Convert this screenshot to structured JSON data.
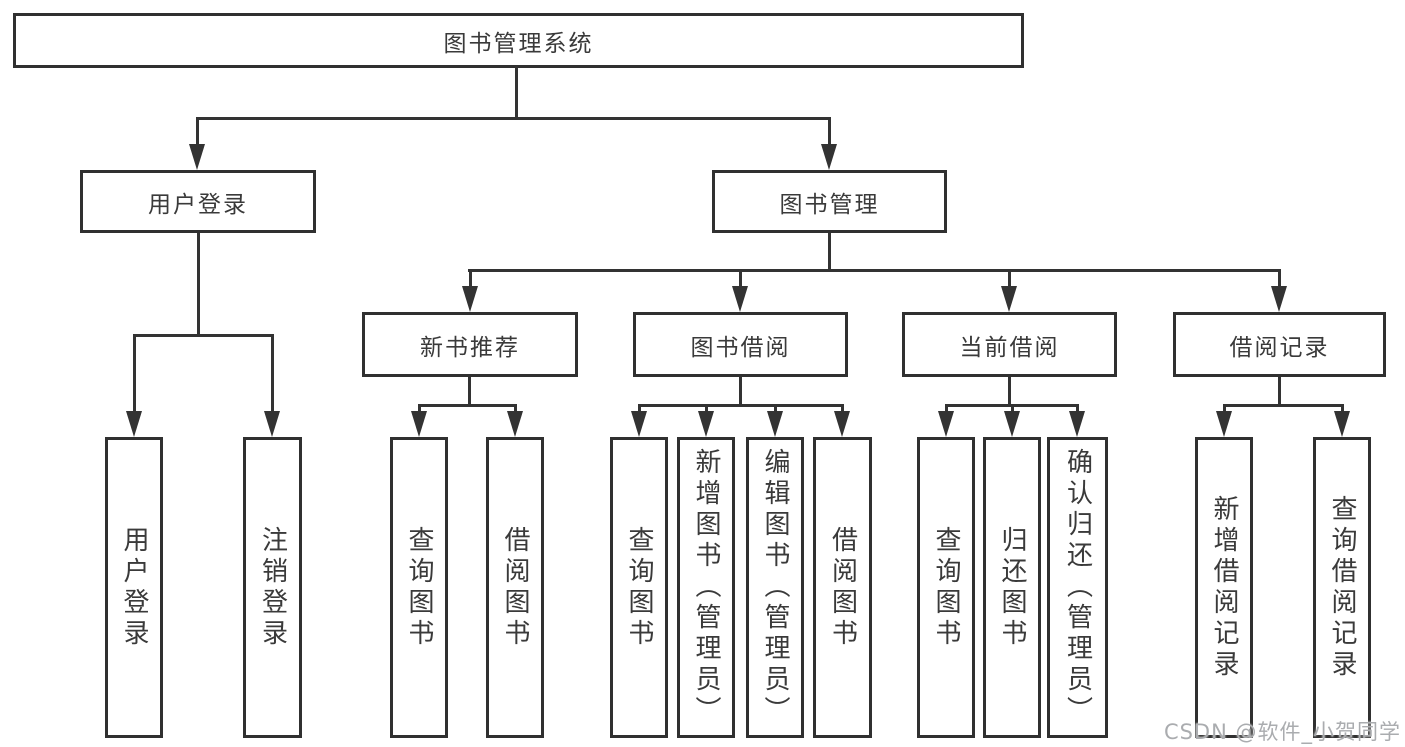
{
  "diagram": {
    "root": "图书管理系统",
    "branches": {
      "user_login": "用户登录",
      "book_management": "图书管理"
    },
    "modules": {
      "new_book_recommend": "新书推荐",
      "book_borrow": "图书借阅",
      "current_borrow": "当前借阅",
      "borrow_records": "借阅记录"
    },
    "leaves": {
      "user_login": "用户登录",
      "logout": "注销登录",
      "nb_query_book": "查询图书",
      "nb_borrow_book": "借阅图书",
      "bb_query_book": "查询图书",
      "bb_add_book_admin": "新增图书（管理员）",
      "bb_edit_book_admin": "编辑图书（管理员）",
      "bb_borrow_book": "借阅图书",
      "cb_query_book": "查询图书",
      "cb_return_book": "归还图书",
      "cb_confirm_return_admin": "确认归还（管理员）",
      "br_add_record": "新增借阅记录",
      "br_query_record": "查询借阅记录"
    }
  },
  "watermark": "CSDN @软件_小贺同学",
  "colors": {
    "line": "#333333",
    "text": "#3a3a3a",
    "watermark": "#aaacaf",
    "background": "#ffffff"
  }
}
